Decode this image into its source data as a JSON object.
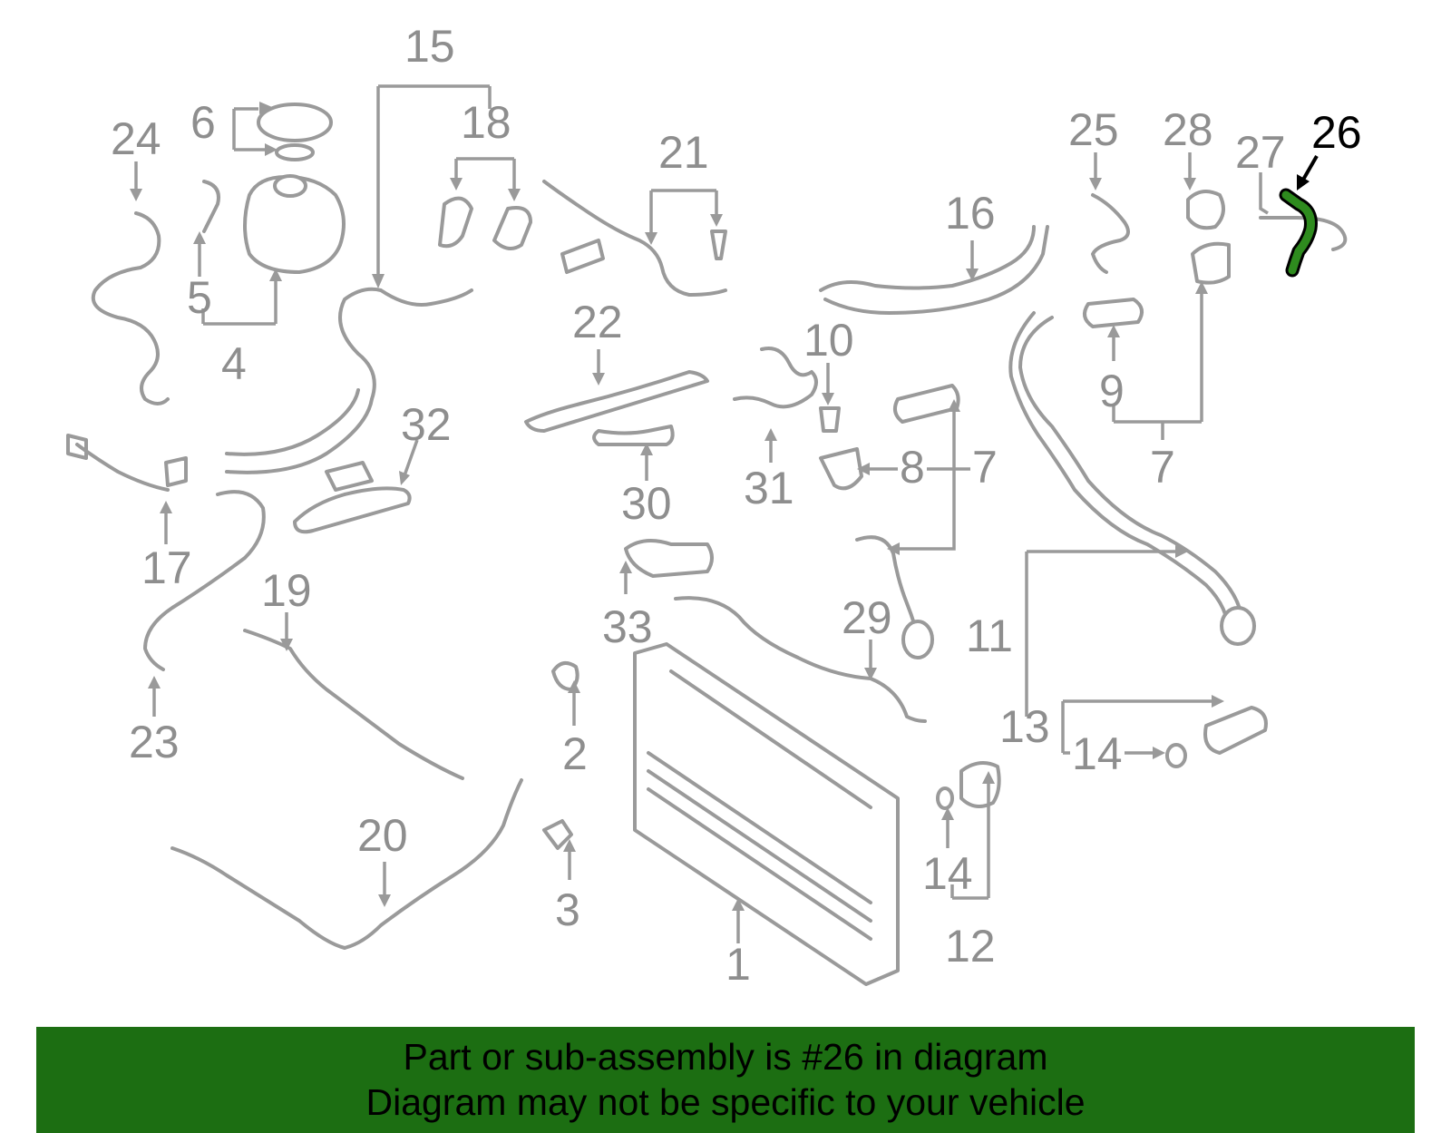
{
  "diagram": {
    "highlight_color": "#2e8b1e",
    "callout_color": "#8e8e8e",
    "highlighted_part": "26",
    "callouts": [
      "1",
      "2",
      "3",
      "4",
      "5",
      "6",
      "7",
      "7",
      "7",
      "8",
      "9",
      "10",
      "11",
      "12",
      "13",
      "14",
      "14",
      "15",
      "16",
      "17",
      "18",
      "19",
      "20",
      "21",
      "22",
      "23",
      "24",
      "25",
      "26",
      "27",
      "28",
      "29",
      "30",
      "31",
      "32",
      "33"
    ]
  },
  "banner": {
    "background": "#1c6e12",
    "line1": "Part or sub-assembly is #26 in diagram",
    "line2": "Diagram may not be specific to your vehicle"
  }
}
